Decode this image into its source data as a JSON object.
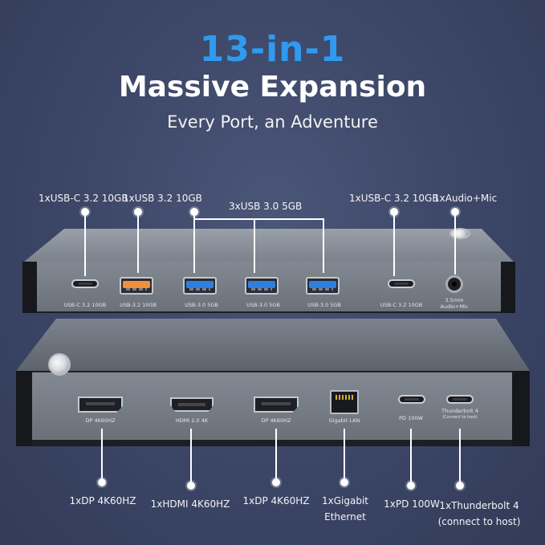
{
  "header": {
    "title": "13-in-1",
    "subtitle": "Massive Expansion",
    "tagline": "Every Port, an Adventure"
  },
  "top_labels": {
    "usbc_left": "1xUSB-C 3.2 10GB",
    "usba_32": "1xUSB 3.2 10GB",
    "usba_30_group": "3xUSB 3.0 5GB",
    "usbc_right": "1xUSB-C 3.2 10GB",
    "audio": "1xAudio+Mic"
  },
  "top_port_labels": {
    "usbc_left": "USB-C 3.2 10GB",
    "usba_32": "USB-3.2 10GB",
    "usba_30_a": "USB-3.0 5GB",
    "usba_30_b": "USB-3.0 5GB",
    "usba_30_c": "USB-3.0 5GB",
    "usbc_right": "USB-C 3.2 10GB",
    "audio_line1": "3.5mm",
    "audio_line2": "Audio+Mic"
  },
  "bottom_port_labels": {
    "dp1": "DP 4K60HZ",
    "hdmi": "HDMI 2.0 4K",
    "dp2": "DP 4K60HZ",
    "lan": "Gigabit LAN",
    "pd": "PD 100W",
    "tb_line1": "Thunderbolt 4",
    "tb_line2": "(Connect to host)"
  },
  "bottom_labels": {
    "dp1": "1xDP 4K60HZ",
    "hdmi": "1xHDMI 4K60HZ",
    "dp2": "1xDP 4K60HZ",
    "lan_line1": "1xGigabit",
    "lan_line2": "Ethernet",
    "pd": "1xPD 100W",
    "tb_line1": "1xThunderbolt 4",
    "tb_line2": "(connect to host)"
  },
  "colors": {
    "background": "#3b4566",
    "title_blue": "#2f9bf0",
    "usb32_orange": "#f0903a",
    "usb30_blue": "#2f7fe0"
  }
}
